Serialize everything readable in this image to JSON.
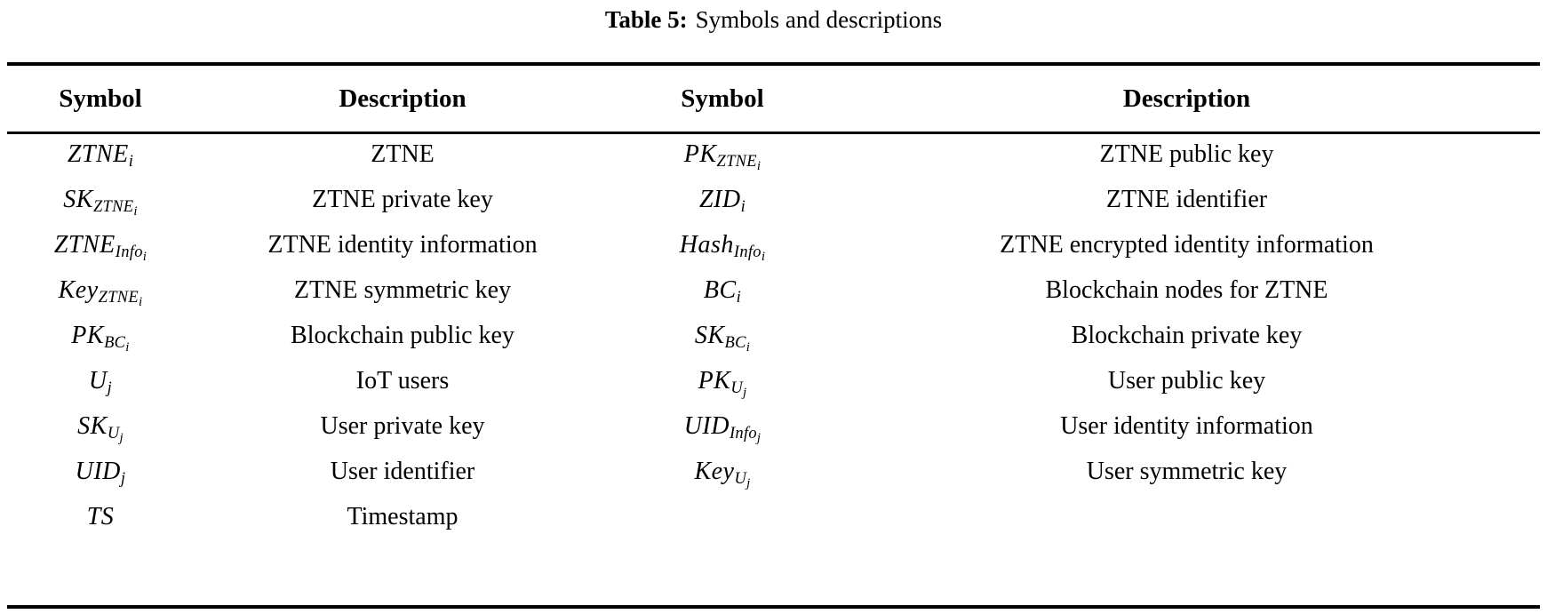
{
  "caption": {
    "label": "Table 5:",
    "text": "Symbols and descriptions"
  },
  "table": {
    "headers": [
      "Symbol",
      "Description",
      "Symbol",
      "Description"
    ],
    "rows": [
      {
        "symbol_left": "ZTNE_i",
        "description_left": "ZTNE",
        "symbol_right": "PK_ZTNE_i",
        "description_right": "ZTNE public key"
      },
      {
        "symbol_left": "SK_ZTNE_i",
        "description_left": "ZTNE private key",
        "symbol_right": "ZID_i",
        "description_right": "ZTNE identifier"
      },
      {
        "symbol_left": "ZTNE_Info_i",
        "description_left": "ZTNE identity information",
        "symbol_right": "Hash_Info_i",
        "description_right": "ZTNE encrypted identity information"
      },
      {
        "symbol_left": "Key_ZTNE_i",
        "description_left": "ZTNE symmetric key",
        "symbol_right": "BC_i",
        "description_right": "Blockchain nodes for ZTNE"
      },
      {
        "symbol_left": "PK_BC_i",
        "description_left": "Blockchain public key",
        "symbol_right": "SK_BC_i",
        "description_right": "Blockchain private key"
      },
      {
        "symbol_left": "U_j",
        "description_left": "IoT users",
        "symbol_right": "PK_U_j",
        "description_right": "User public key"
      },
      {
        "symbol_left": "SK_U_j",
        "description_left": "User private key",
        "symbol_right": "UID_Info_j",
        "description_right": "User identity information"
      },
      {
        "symbol_left": "UID_j",
        "description_left": "User identifier",
        "symbol_right": "Key_U_j",
        "description_right": "User symmetric key"
      },
      {
        "symbol_left": "TS",
        "description_left": "Timestamp",
        "symbol_right": "",
        "description_right": ""
      }
    ]
  },
  "symbol_markup": {
    "ZTNE_i": "ZTNE<sub>i</sub>",
    "SK_ZTNE_i": "SK<sub>ZTNE<sub>i</sub></sub>",
    "ZTNE_Info_i": "ZTNE<sub>Info<sub>i</sub></sub>",
    "Key_ZTNE_i": "Key<sub>ZTNE<sub>i</sub></sub>",
    "PK_BC_i": "PK<sub>BC<sub>i</sub></sub>",
    "U_j": "U<sub>j</sub>",
    "SK_U_j": "SK<sub>U<sub>j</sub></sub>",
    "UID_j": "UID<sub>j</sub>",
    "TS": "TS",
    "PK_ZTNE_i": "PK<sub>ZTNE<sub>i</sub></sub>",
    "ZID_i": "ZID<sub>i</sub>",
    "Hash_Info_i": "Hash<sub>Info<sub>i</sub></sub>",
    "BC_i": "BC<sub>i</sub>",
    "SK_BC_i": "SK<sub>BC<sub>i</sub></sub>",
    "PK_U_j": "PK<sub>U<sub>j</sub></sub>",
    "UID_Info_j": "UID<sub>Info<sub>j</sub></sub>",
    "Key_U_j": "Key<sub>U<sub>j</sub></sub>",
    "": ""
  },
  "colors": {
    "text": "#000000",
    "background": "#ffffff",
    "rule": "#000000"
  }
}
